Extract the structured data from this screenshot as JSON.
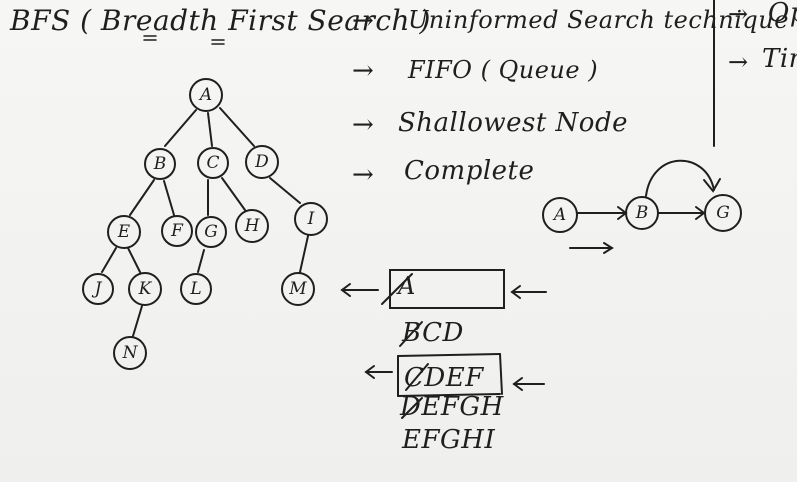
{
  "title": "BFS ( Breadth First Search )",
  "points": [
    "Uninformed Search technique",
    "FIFO ( Queue )",
    "Shallowest Node",
    "Complete"
  ],
  "side_notes": [
    "Op",
    "Tir"
  ],
  "tree": {
    "nodes": [
      "A",
      "B",
      "C",
      "D",
      "E",
      "F",
      "G",
      "H",
      "I",
      "J",
      "K",
      "L",
      "M",
      "N"
    ]
  },
  "small_graph": {
    "nodes": [
      "A",
      "B",
      "G"
    ]
  },
  "queue": {
    "first": "A",
    "second_line": "BCD",
    "box2": "CDEF",
    "line4": "DEFGH",
    "line5": "EFGHI"
  }
}
